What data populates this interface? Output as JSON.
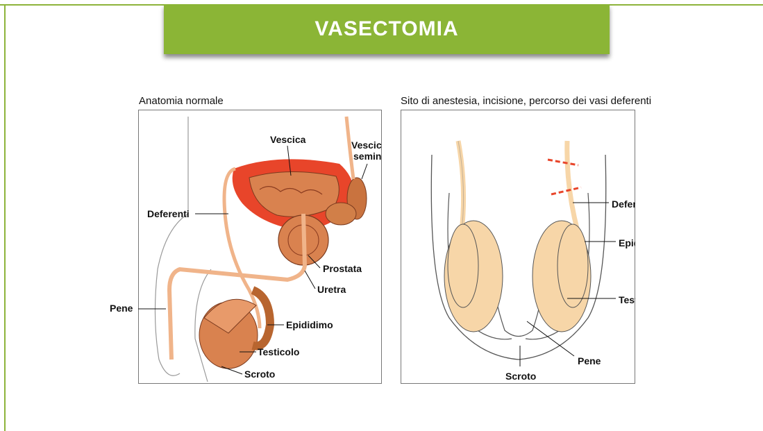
{
  "title": "VASECTOMIA",
  "panel_left": {
    "caption": "Anatomia normale",
    "labels": {
      "vescica": "Vescica",
      "vescicola_line1": "Vescicola",
      "vescicola_line2": "seminale",
      "deferenti": "Deferenti",
      "prostata": "Prostata",
      "uretra": "Uretra",
      "pene": "Pene",
      "epididimo": "Epididimo",
      "testicolo": "Testicolo",
      "scroto": "Scroto"
    }
  },
  "panel_right": {
    "caption": "Sito di anestesia, incisione, percorso dei vasi deferenti",
    "labels": {
      "deferente": "Deferente",
      "epididimo": "Epididimo",
      "testicolo": "Testicolo",
      "pene": "Pene",
      "scroto": "Scroto"
    }
  },
  "colors": {
    "accent": "#8bb536",
    "bladder": "#e8452a",
    "organ": "#d9824f",
    "tube": "#f0b48a",
    "skin": "#f7d6a8",
    "incision": "#e8452a"
  }
}
